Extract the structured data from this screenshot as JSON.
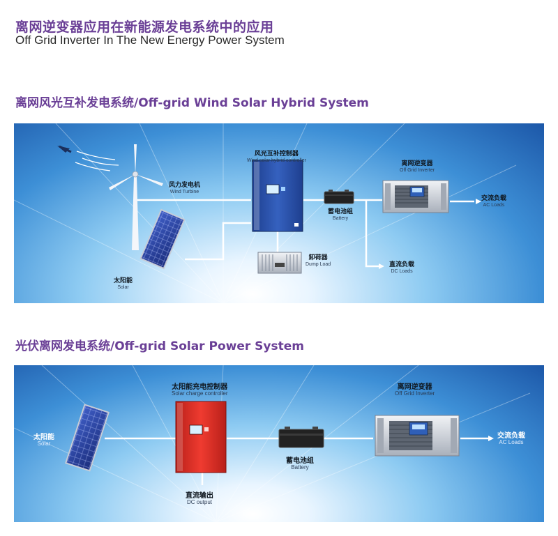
{
  "header": {
    "title_cn": "离网逆变器应用在新能源发电系统中的应用",
    "title_en": "Off Grid Inverter In The New Energy Power System"
  },
  "section1": {
    "title": "离网风光互补发电系统/Off-grid Wind Solar Hybrid System",
    "nodes": {
      "controller": {
        "cn": "风光互补控制器",
        "en": "Wind solar hybrid controller"
      },
      "inverter": {
        "cn": "离网逆变器",
        "en": "Off Grid Inverter"
      },
      "wind": {
        "cn": "风力发电机",
        "en": "Wind Turbine"
      },
      "battery": {
        "cn": "蓄电池组",
        "en": "Battery"
      },
      "ac_load": {
        "cn": "交流负载",
        "en": "AC Loads"
      },
      "dump_load": {
        "cn": "卸荷器",
        "en": "Dump Load"
      },
      "dc_load": {
        "cn": "直流负载",
        "en": "DC Loads"
      },
      "solar": {
        "cn": "太阳能",
        "en": "Solar"
      }
    }
  },
  "section2": {
    "title": "光伏离网发电系统/Off-grid Solar Power System",
    "nodes": {
      "controller": {
        "cn": "太阳能充电控制器",
        "en": "Solar charge controller"
      },
      "inverter": {
        "cn": "离网逆变器",
        "en": "Off Grid Inverter"
      },
      "solar": {
        "cn": "太阳能",
        "en": "Solar"
      },
      "ac_load": {
        "cn": "交流负载",
        "en": "AC Loads"
      },
      "battery": {
        "cn": "蓄电池组",
        "en": "Battery"
      },
      "dc_output": {
        "cn": "直流输出",
        "en": "DC output"
      }
    }
  },
  "colors": {
    "heading_purple": "#6a3f96",
    "sky_dark": "#1c57a8",
    "sky_light": "#e9f5ff",
    "controller_blue": "#2a4fa6",
    "controller_red": "#e0322a",
    "solar_panel": "#2a3f9c",
    "inverter_silver": "#c9ced6"
  },
  "icons": [
    "wind-arrow-icon",
    "wind-turbine-icon",
    "solar-panel-icon",
    "controller-icon",
    "battery-icon",
    "inverter-icon",
    "dump-load-icon",
    "arrow-right-icon"
  ]
}
